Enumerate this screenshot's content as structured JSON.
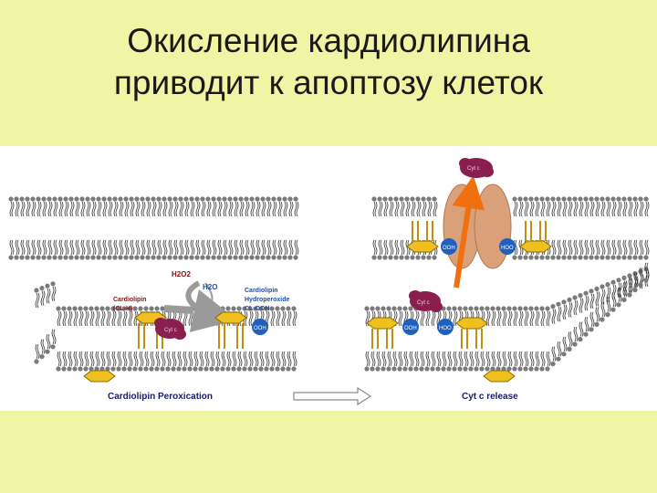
{
  "title": {
    "line1": "Окисление кардиолипина",
    "line2": "приводит к апоптозу клеток"
  },
  "diagram": {
    "left_caption": "Cardiolipin Peroxication",
    "right_caption": "Cyt c release",
    "h2o2": "H2O2",
    "h2o": "H2O",
    "cl_label_1": "Cardiolipin",
    "cl_label_2": "(CL-H)",
    "clooh_label_1": "Cardiolipin",
    "clooh_label_2": "Hydroperoxide",
    "clooh_label_3": "CL-OOH",
    "cyt_c": "Cyt c",
    "ooh": "OOH",
    "hoo": "HOO",
    "colors": {
      "background": "#f0f5a5",
      "lipid_head": "#7a7a7a",
      "cardiolipin": "#f0c020",
      "cyt_c": "#8a1f4f",
      "pore": "#d9a07a",
      "arrow": "#f07010",
      "ooh_bubble": "#1f5fbf",
      "label_red": "#8a1010",
      "label_blue": "#1f4fa0"
    }
  }
}
